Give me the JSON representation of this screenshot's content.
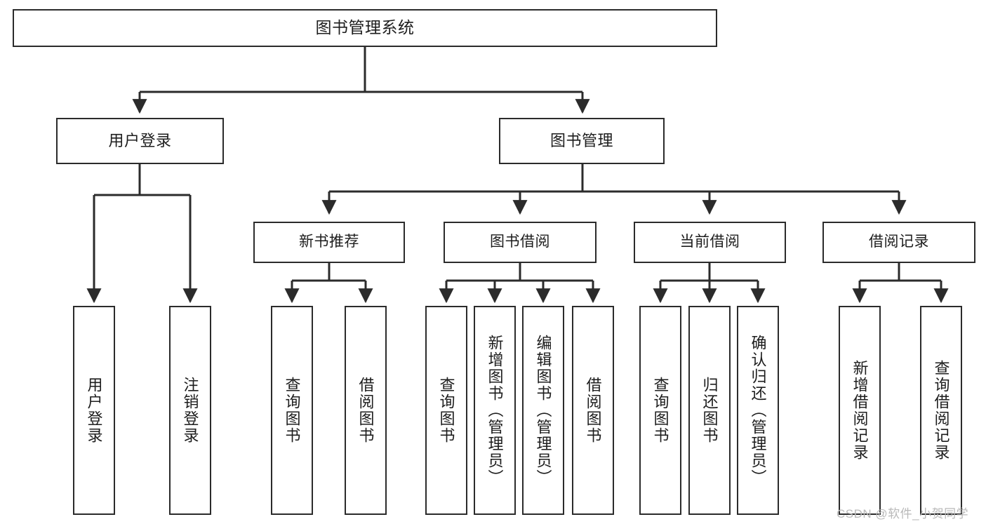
{
  "diagram": {
    "type": "hierarchy-tree",
    "title": "图书管理系统",
    "watermark": "CSDN @软件_小贺同学",
    "colors": {
      "box_border": "#2b2b2b",
      "box_fill": "#ffffff",
      "connector": "#2b2b2b",
      "text": "#1d1d1d",
      "watermark": "#b9b9b9",
      "background": "#ffffff"
    },
    "nodes": {
      "root": {
        "label": "图书管理系统"
      },
      "level2": [
        {
          "id": "user-login",
          "label": "用户登录"
        },
        {
          "id": "book-management",
          "label": "图书管理"
        }
      ],
      "level3": [
        {
          "id": "new-book-recommend",
          "label": "新书推荐"
        },
        {
          "id": "book-borrow",
          "label": "图书借阅"
        },
        {
          "id": "current-borrow",
          "label": "当前借阅"
        },
        {
          "id": "borrow-record",
          "label": "借阅记录"
        }
      ],
      "leaves": {
        "user_login": [
          {
            "id": "leaf-user-login",
            "label": "用户登录"
          },
          {
            "id": "leaf-logout-login",
            "label": "注销登录"
          }
        ],
        "new_book_recommend": [
          {
            "id": "leaf-query-book-1",
            "label": "查询图书"
          },
          {
            "id": "leaf-borrow-book-1",
            "label": "借阅图书"
          }
        ],
        "book_borrow": [
          {
            "id": "leaf-query-book-2",
            "label": "查询图书"
          },
          {
            "id": "leaf-add-book",
            "label": "新增图书（管理员）"
          },
          {
            "id": "leaf-edit-book",
            "label": "编辑图书（管理员）"
          },
          {
            "id": "leaf-borrow-book-2",
            "label": "借阅图书"
          }
        ],
        "current_borrow": [
          {
            "id": "leaf-query-book-3",
            "label": "查询图书"
          },
          {
            "id": "leaf-return-book",
            "label": "归还图书"
          },
          {
            "id": "leaf-confirm-return",
            "label": "确认归还（管理员）"
          }
        ],
        "borrow_record": [
          {
            "id": "leaf-add-record",
            "label": "新增借阅记录"
          },
          {
            "id": "leaf-query-record",
            "label": "查询借阅记录"
          }
        ]
      }
    },
    "edges": [
      {
        "from": "图书管理系统",
        "to": "用户登录"
      },
      {
        "from": "图书管理系统",
        "to": "图书管理"
      },
      {
        "from": "用户登录",
        "to": "用户登录"
      },
      {
        "from": "用户登录",
        "to": "注销登录"
      },
      {
        "from": "图书管理",
        "to": "新书推荐"
      },
      {
        "from": "图书管理",
        "to": "图书借阅"
      },
      {
        "from": "图书管理",
        "to": "当前借阅"
      },
      {
        "from": "图书管理",
        "to": "借阅记录"
      },
      {
        "from": "新书推荐",
        "to": "查询图书"
      },
      {
        "from": "新书推荐",
        "to": "借阅图书"
      },
      {
        "from": "图书借阅",
        "to": "查询图书"
      },
      {
        "from": "图书借阅",
        "to": "新增图书（管理员）"
      },
      {
        "from": "图书借阅",
        "to": "编辑图书（管理员）"
      },
      {
        "from": "图书借阅",
        "to": "借阅图书"
      },
      {
        "from": "当前借阅",
        "to": "查询图书"
      },
      {
        "from": "当前借阅",
        "to": "归还图书"
      },
      {
        "from": "当前借阅",
        "to": "确认归还（管理员）"
      },
      {
        "from": "借阅记录",
        "to": "新增借阅记录"
      },
      {
        "from": "借阅记录",
        "to": "查询借阅记录"
      }
    ]
  }
}
